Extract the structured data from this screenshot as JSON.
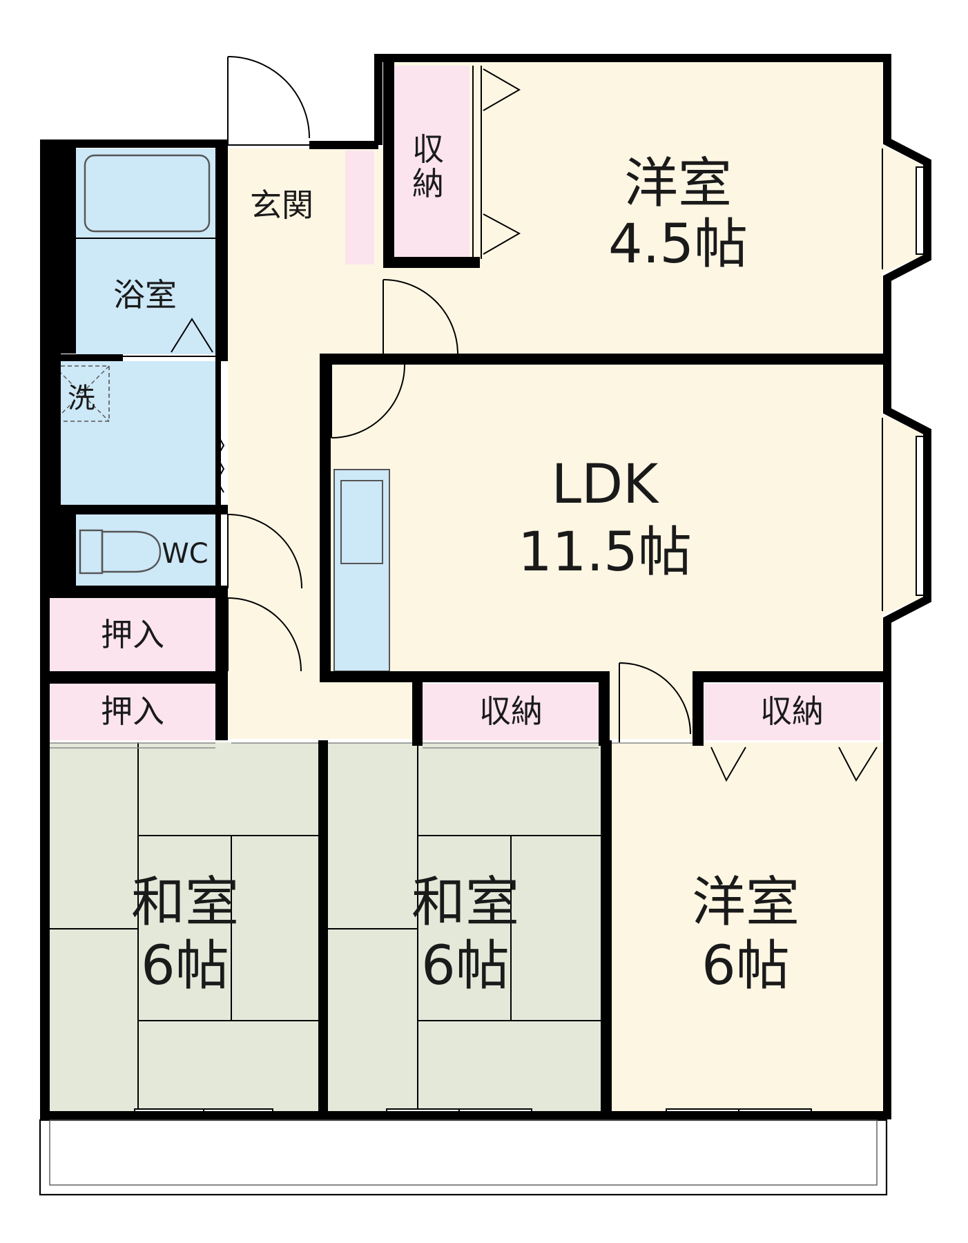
{
  "rooms": {
    "western_north": {
      "name": "洋室",
      "size": "4.5帖"
    },
    "ldk": {
      "name": "LDK",
      "size": "11.5帖"
    },
    "japanese_left": {
      "name": "和室",
      "size": "6帖"
    },
    "japanese_mid": {
      "name": "和室",
      "size": "6帖"
    },
    "western_south": {
      "name": "洋室",
      "size": "6帖"
    }
  },
  "labels": {
    "entrance": "玄関",
    "bath": "浴室",
    "washer": "洗",
    "wc": "WC",
    "closet_upper": "押入",
    "closet_lower": "押入",
    "storage_north": "収",
    "storage_north_2": "納",
    "storage_mid": "収納",
    "storage_right": "収納"
  },
  "colors": {
    "western": "#fdf6e3",
    "tatami": "#e3e8d9",
    "water": "#cde8f7",
    "storage": "#fbe4ee",
    "wall": "#000000"
  }
}
